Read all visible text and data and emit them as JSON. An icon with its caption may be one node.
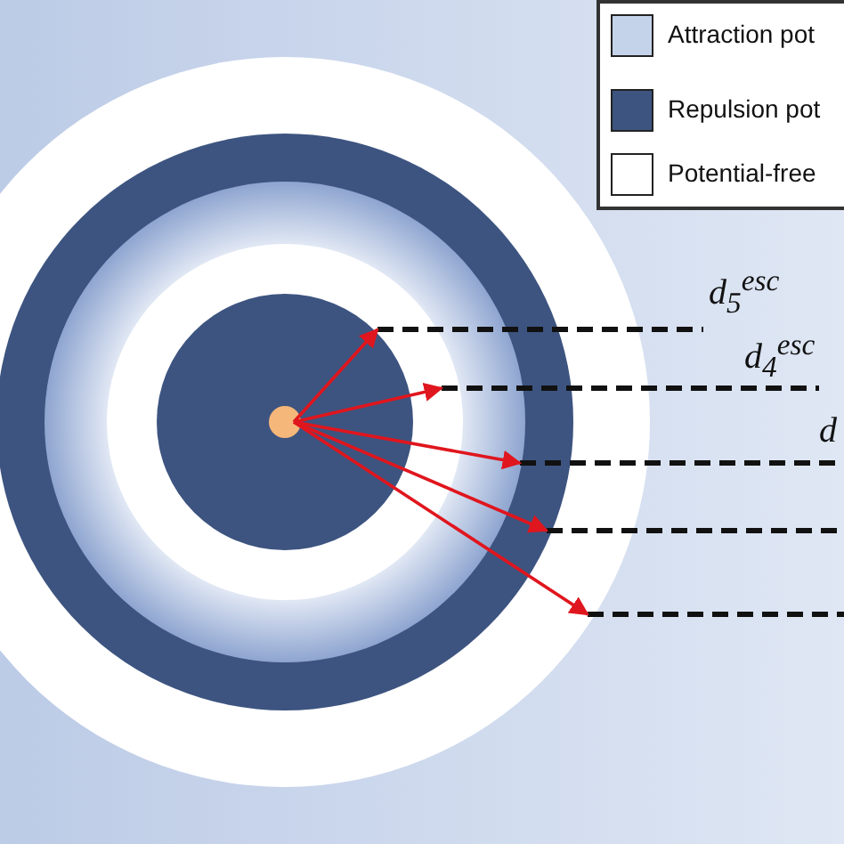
{
  "diagram": {
    "labels": [
      "d$_{5}$$^{esc}$",
      "d$_{4}$$^{esc}$",
      "d"
    ],
    "legend": [
      {
        "text": "Attraction pot",
        "color": "#c5d3ea"
      },
      {
        "text": "Repulsion pot",
        "color": "#3d5480"
      },
      {
        "text": "Potential-free",
        "color": "#ffffff"
      }
    ]
  }
}
